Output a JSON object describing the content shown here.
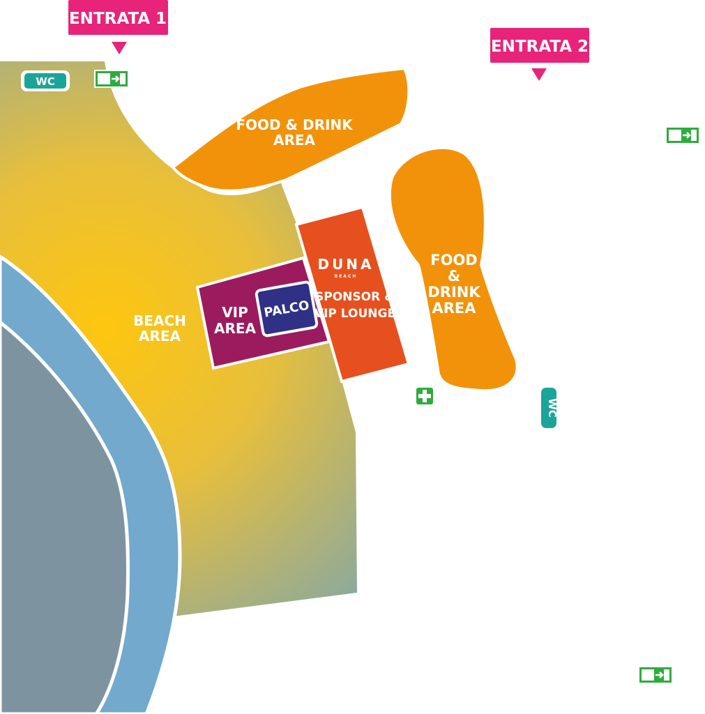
{
  "entrances": {
    "entrance_1": "ENTRATA 1",
    "entrance_2": "ENTRATA 2"
  },
  "areas": {
    "food_top_line1": "FOOD & DRINK",
    "food_top_line2": "AREA",
    "food_right_line1": "FOOD",
    "food_right_line2": "&",
    "food_right_line3": "DRINK",
    "food_right_line4": "AREA",
    "beach_line1": "BEACH",
    "beach_line2": "AREA",
    "vip_line1": "VIP",
    "vip_line2": "AREA",
    "stage": "PALCO",
    "sponsor_brand": "DUNA",
    "sponsor_brand_sub": "BEACH",
    "sponsor_line1": "SPONSOR &",
    "sponsor_line2": "VIP LOUNGE"
  },
  "facilities": {
    "wc_top_left": "WC",
    "wc_right": "WC"
  },
  "icons": [
    "emergency-exit-icon",
    "first-aid-icon",
    "entrance-marker-icon"
  ],
  "colors": {
    "entrance_pink": "#e8237a",
    "food_orange": "#f2920a",
    "sponsor_orange": "#e6501e",
    "vip_purple": "#9b1b5e",
    "stage_blue": "#2e3185",
    "beach_yellow": "#f9c31a",
    "sea_blue": "#72a9cc",
    "water_grey": "#7d94a0",
    "wc_teal": "#1aa59a",
    "exit_green": "#2eab3c"
  }
}
